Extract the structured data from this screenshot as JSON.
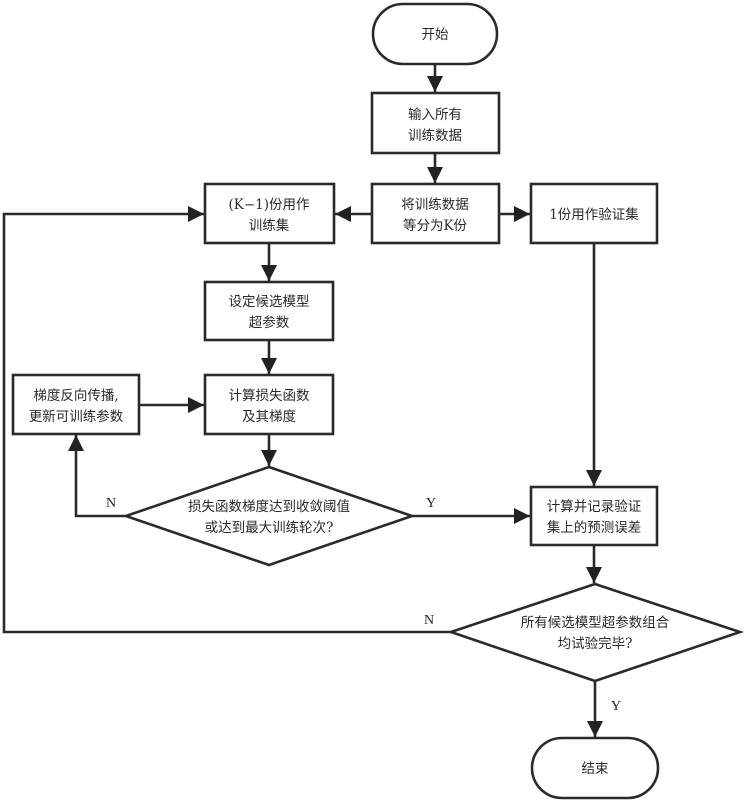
{
  "diagram": {
    "type": "flowchart",
    "nodes": {
      "start": {
        "kind": "terminal",
        "lines": [
          "开始"
        ]
      },
      "input": {
        "kind": "process",
        "lines": [
          "输入所有",
          "训练数据"
        ]
      },
      "split": {
        "kind": "process",
        "lines": [
          "将训练数据",
          "等分为K份"
        ]
      },
      "train_set": {
        "kind": "process",
        "lines": [
          "(K−1)份用作",
          "训练集"
        ]
      },
      "val_set": {
        "kind": "process",
        "lines": [
          "1份用作验证集"
        ]
      },
      "set_hparams": {
        "kind": "process",
        "lines": [
          "设定候选模型",
          "超参数"
        ]
      },
      "compute_loss": {
        "kind": "process",
        "lines": [
          "计算损失函数",
          "及其梯度"
        ]
      },
      "backprop": {
        "kind": "process",
        "lines": [
          "梯度反向传播,",
          "更新可训练参数"
        ]
      },
      "converge_check": {
        "kind": "decision",
        "lines": [
          "损失函数梯度达到收敛阈值",
          "或达到最大训练轮次?"
        ]
      },
      "record_error": {
        "kind": "process",
        "lines": [
          "计算并记录验证",
          "集上的预测误差"
        ]
      },
      "all_done_check": {
        "kind": "decision",
        "lines": [
          "所有候选模型超参数组合",
          "均试验完毕?"
        ]
      },
      "end": {
        "kind": "terminal",
        "lines": [
          "结束"
        ]
      }
    },
    "edges": [
      {
        "from": "start",
        "to": "input",
        "label": ""
      },
      {
        "from": "input",
        "to": "split",
        "label": ""
      },
      {
        "from": "split",
        "to": "train_set",
        "label": ""
      },
      {
        "from": "split",
        "to": "val_set",
        "label": ""
      },
      {
        "from": "train_set",
        "to": "set_hparams",
        "label": ""
      },
      {
        "from": "set_hparams",
        "to": "compute_loss",
        "label": ""
      },
      {
        "from": "compute_loss",
        "to": "converge_check",
        "label": ""
      },
      {
        "from": "converge_check",
        "to": "backprop",
        "label": "N"
      },
      {
        "from": "backprop",
        "to": "compute_loss",
        "label": ""
      },
      {
        "from": "converge_check",
        "to": "record_error",
        "label": "Y"
      },
      {
        "from": "val_set",
        "to": "record_error",
        "label": ""
      },
      {
        "from": "record_error",
        "to": "all_done_check",
        "label": ""
      },
      {
        "from": "all_done_check",
        "to": "train_set",
        "label": "N"
      },
      {
        "from": "all_done_check",
        "to": "end",
        "label": "Y"
      }
    ]
  }
}
